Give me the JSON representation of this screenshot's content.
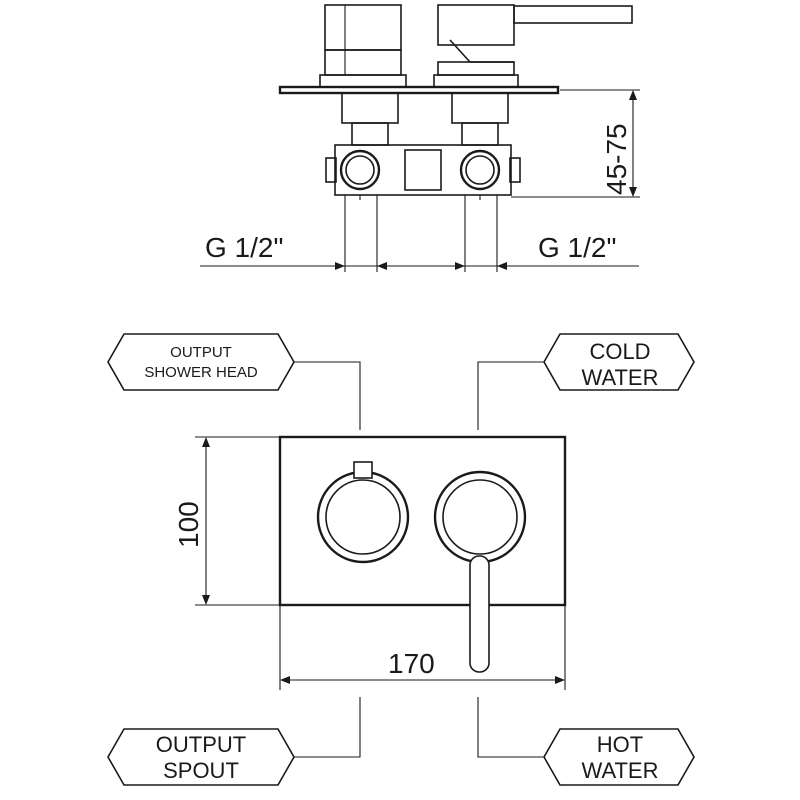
{
  "top_view": {
    "depth_range_label": "45-75",
    "left_thread_label": "G 1/2\"",
    "right_thread_label": "G 1/2\""
  },
  "front_view": {
    "height_label": "100",
    "width_label": "170"
  },
  "callouts": {
    "output_shower_head": {
      "line1": "OUTPUT",
      "line2": "SHOWER HEAD"
    },
    "cold_water": {
      "line1": "COLD",
      "line2": "WATER"
    },
    "output_spout": {
      "line1": "OUTPUT",
      "line2": "SPOUT"
    },
    "hot_water": {
      "line1": "HOT",
      "line2": "WATER"
    }
  }
}
